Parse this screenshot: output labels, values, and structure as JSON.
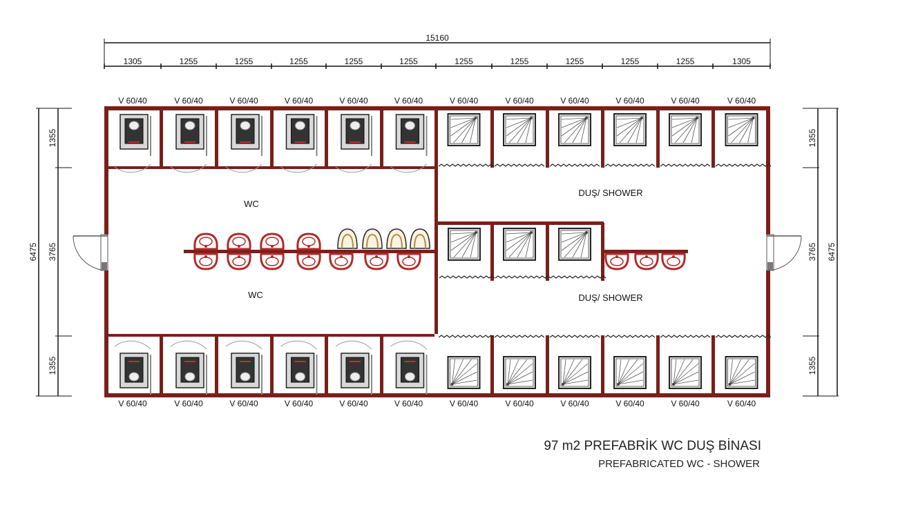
{
  "drawing": {
    "title": "97 m2 PREFABRİK WC DUŞ BİNASI",
    "subtitle": "PREFABRICATED WC - SHOWER"
  },
  "dimensions": {
    "overall_width": "15160",
    "segments": [
      "1305",
      "1255",
      "1255",
      "1255",
      "1255",
      "1255",
      "1255",
      "1255",
      "1255",
      "1255",
      "1255",
      "1305"
    ],
    "left_side": {
      "top": "1355",
      "middle": "3765",
      "bottom": "1355",
      "overall": "6475"
    },
    "right_side": {
      "top": "1355",
      "middle": "3765",
      "bottom": "1355",
      "overall": "6475"
    }
  },
  "windows": {
    "top": [
      "V 60/40",
      "V 60/40",
      "V 60/40",
      "V 60/40",
      "V 60/40",
      "V 60/40",
      "V 60/40",
      "V 60/40",
      "V 60/40",
      "V 60/40",
      "V 60/40",
      "V 60/40"
    ],
    "bottom": [
      "V 60/40",
      "V 60/40",
      "V 60/40",
      "V 60/40",
      "V 60/40",
      "V 60/40",
      "V 60/40",
      "V 60/40",
      "V 60/40",
      "V 60/40",
      "V 60/40",
      "V 60/40"
    ]
  },
  "rooms": {
    "wc_top": "WC",
    "wc_bottom": "WC",
    "shower_top": "DUŞ/ SHOWER",
    "shower_bottom": "DUŞ/ SHOWER"
  },
  "colors": {
    "wall": "#7a1f1a",
    "sink": "#b02a28",
    "window": "#e8b9b4",
    "line": "#111111"
  }
}
